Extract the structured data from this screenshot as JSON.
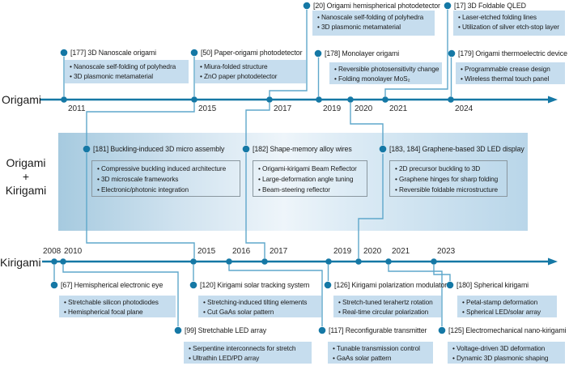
{
  "colors": {
    "timeline": "#1578a5",
    "connector": "#5fa7cb",
    "box_fill": "#c6ddee",
    "panel_left": "#a6cadf",
    "panel_mid": "#eef5fa",
    "panel_right": "#b9d6e9",
    "text": "#1b1b1b"
  },
  "sections": {
    "top_label": "Origami",
    "middle_label_lines": [
      "Origami",
      "+",
      "Kirigami"
    ],
    "bottom_label": "Kirigami"
  },
  "top_timeline": {
    "years": [
      "2011",
      "2015",
      "2017",
      "2019",
      "2020",
      "2021",
      "2024"
    ]
  },
  "bottom_timeline": {
    "years": [
      "2008",
      "2010",
      "2015",
      "2016",
      "2017",
      "2019",
      "2020",
      "2021",
      "2023"
    ]
  },
  "events": [
    {
      "id": "e177",
      "title": "[177] 3D Nanoscale origami",
      "bullets": [
        "Nanoscale self-folding of polyhedra",
        "3D plasmonic metamaterial"
      ]
    },
    {
      "id": "e50",
      "title": "[50] Paper-origami photodetector",
      "bullets": [
        "Miura-folded structure",
        "ZnO paper photodetector"
      ]
    },
    {
      "id": "e20",
      "title": "[20] Origami hemispherical photodetector",
      "bullets": [
        "Nanoscale self-folding of polyhedra",
        "3D plasmonic metamaterial"
      ]
    },
    {
      "id": "e17",
      "title": "[17] 3D Foldable QLED",
      "bullets": [
        "Laser-etched folding lines",
        "Utilization of silver etch-stop layer"
      ]
    },
    {
      "id": "e178",
      "title": "[178] Monolayer origami",
      "bullets": [
        "Reversible photosensitivity change",
        "Folding monolayer MoS₂"
      ]
    },
    {
      "id": "e179",
      "title": "[179] Origami thermoelectric device",
      "bullets": [
        "Programmable crease design",
        "Wireless thermal touch panel"
      ]
    },
    {
      "id": "e181",
      "title": "[181] Buckling-induced 3D micro assembly",
      "bullets": [
        "Compressive buckling induced architecture",
        "3D microscale frameworks",
        "Electronic/photonic integration"
      ]
    },
    {
      "id": "e182",
      "title": "[182] Shape-memory alloy wires",
      "bullets": [
        "Origami-kirigami Beam Reflector",
        "Large-deformation angle tuning",
        "Beam-steering reflector"
      ]
    },
    {
      "id": "e183",
      "title": "[183, 184] Graphene-based 3D LED display",
      "bullets": [
        "2D precursor buckling to 3D",
        "Graphene hinges for sharp folding",
        "Reversible foldable microstructure"
      ]
    },
    {
      "id": "e67",
      "title": "[67] Hemispherical electronic eye",
      "bullets": [
        "Stretchable silicon photodiodes",
        "Hemispherical focal plane"
      ]
    },
    {
      "id": "e120",
      "title": "[120] Kirigami solar tracking system",
      "bullets": [
        "Stretching-induced tilting elements",
        "Cut GaAs solar pattern"
      ]
    },
    {
      "id": "e126",
      "title": "[126] Kirigami polarization modulator",
      "bullets": [
        "Stretch-tuned terahertz rotation",
        "Real-time circular polarization"
      ]
    },
    {
      "id": "e180",
      "title": "[180] Spherical kirigami",
      "bullets": [
        "Petal-stamp deformation",
        "Spherical LED/solar array"
      ]
    },
    {
      "id": "e99",
      "title": "[99] Stretchable LED array",
      "bullets": [
        "Serpentine interconnects for stretch",
        "Ultrathin LED/PD array"
      ]
    },
    {
      "id": "e117",
      "title": "[117] Reconfigurable transmitter",
      "bullets": [
        "Tunable transmission control",
        "GaAs solar pattern"
      ]
    },
    {
      "id": "e125",
      "title": "[125] Electromechanical nano-kirigami",
      "bullets": [
        "Voltage-driven 3D deformation",
        "Dynamic 3D plasmonic shaping"
      ]
    }
  ]
}
